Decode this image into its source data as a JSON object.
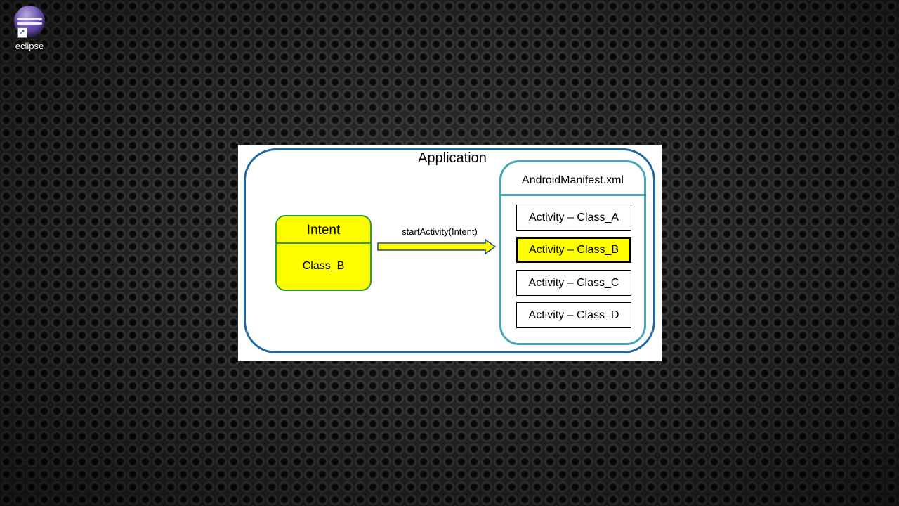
{
  "desktop": {
    "icons": [
      {
        "name": "eclipse",
        "label": "eclipse",
        "icon": "eclipse-logo-icon"
      }
    ]
  },
  "diagram": {
    "title": "Application",
    "intent": {
      "title": "Intent",
      "target": "Class_B",
      "fill_color": "#ffff00",
      "border_color": "#2e9c3c"
    },
    "call_label": "startActivity(Intent)",
    "manifest": {
      "title": "AndroidManifest.xml",
      "border_color": "#4aa6b4",
      "activities": [
        {
          "label": "Activity – Class_A",
          "selected": false
        },
        {
          "label": "Activity – Class_B",
          "selected": true
        },
        {
          "label": "Activity – Class_C",
          "selected": false
        },
        {
          "label": "Activity – Class_D",
          "selected": false
        }
      ]
    },
    "colors": {
      "application_border": "#1f6aa3",
      "highlight": "#ffff00"
    }
  }
}
